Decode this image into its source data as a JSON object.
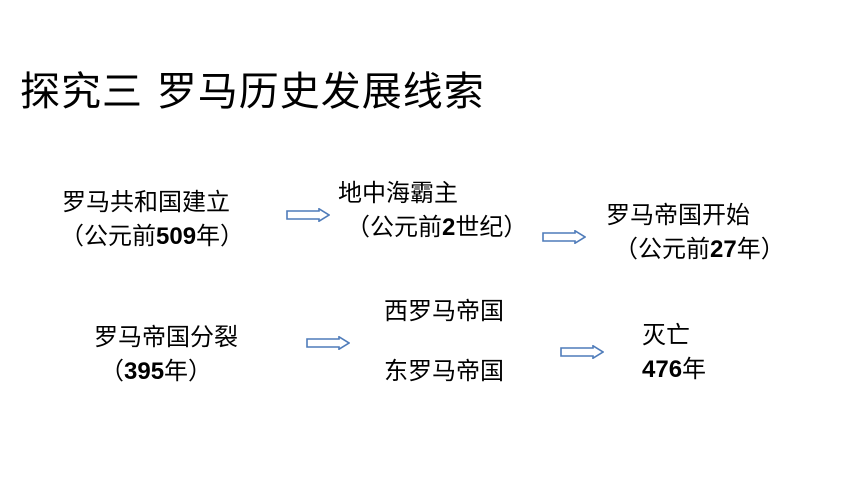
{
  "title": "探究三  罗马历史发展线索",
  "colors": {
    "arrow_stroke": "#4F7CBA",
    "arrow_fill": "#ffffff",
    "text": "#000000"
  },
  "nodes": {
    "republic": {
      "line1": "罗马共和国建立",
      "line2_prefix": "（公元前",
      "line2_number": "509",
      "line2_suffix": "年）"
    },
    "hegemony": {
      "line1": "地中海霸主",
      "line2_prefix": "（公元前",
      "line2_number": "2",
      "line2_suffix": "世纪）"
    },
    "empire_start": {
      "line1": "罗马帝国开始",
      "line2_prefix": "（公元前",
      "line2_number": "27",
      "line2_suffix": "年）"
    },
    "split": {
      "line1": "罗马帝国分裂",
      "line2_prefix": "（",
      "line2_number": "395",
      "line2_suffix": "年）"
    },
    "west": {
      "line1": "西罗马帝国"
    },
    "east": {
      "line1": "东罗马帝国"
    },
    "fall": {
      "line1": "灭亡",
      "line2_number": "476",
      "line2_suffix": "年"
    }
  },
  "arrows": [
    {
      "icon": "double-arrow-right-icon",
      "from": "republic",
      "to": "hegemony"
    },
    {
      "icon": "double-arrow-right-icon",
      "from": "hegemony",
      "to": "empire_start"
    },
    {
      "icon": "double-arrow-right-icon",
      "from": "split",
      "to": "west_east"
    },
    {
      "icon": "double-arrow-right-icon",
      "from": "west_east",
      "to": "fall"
    }
  ]
}
